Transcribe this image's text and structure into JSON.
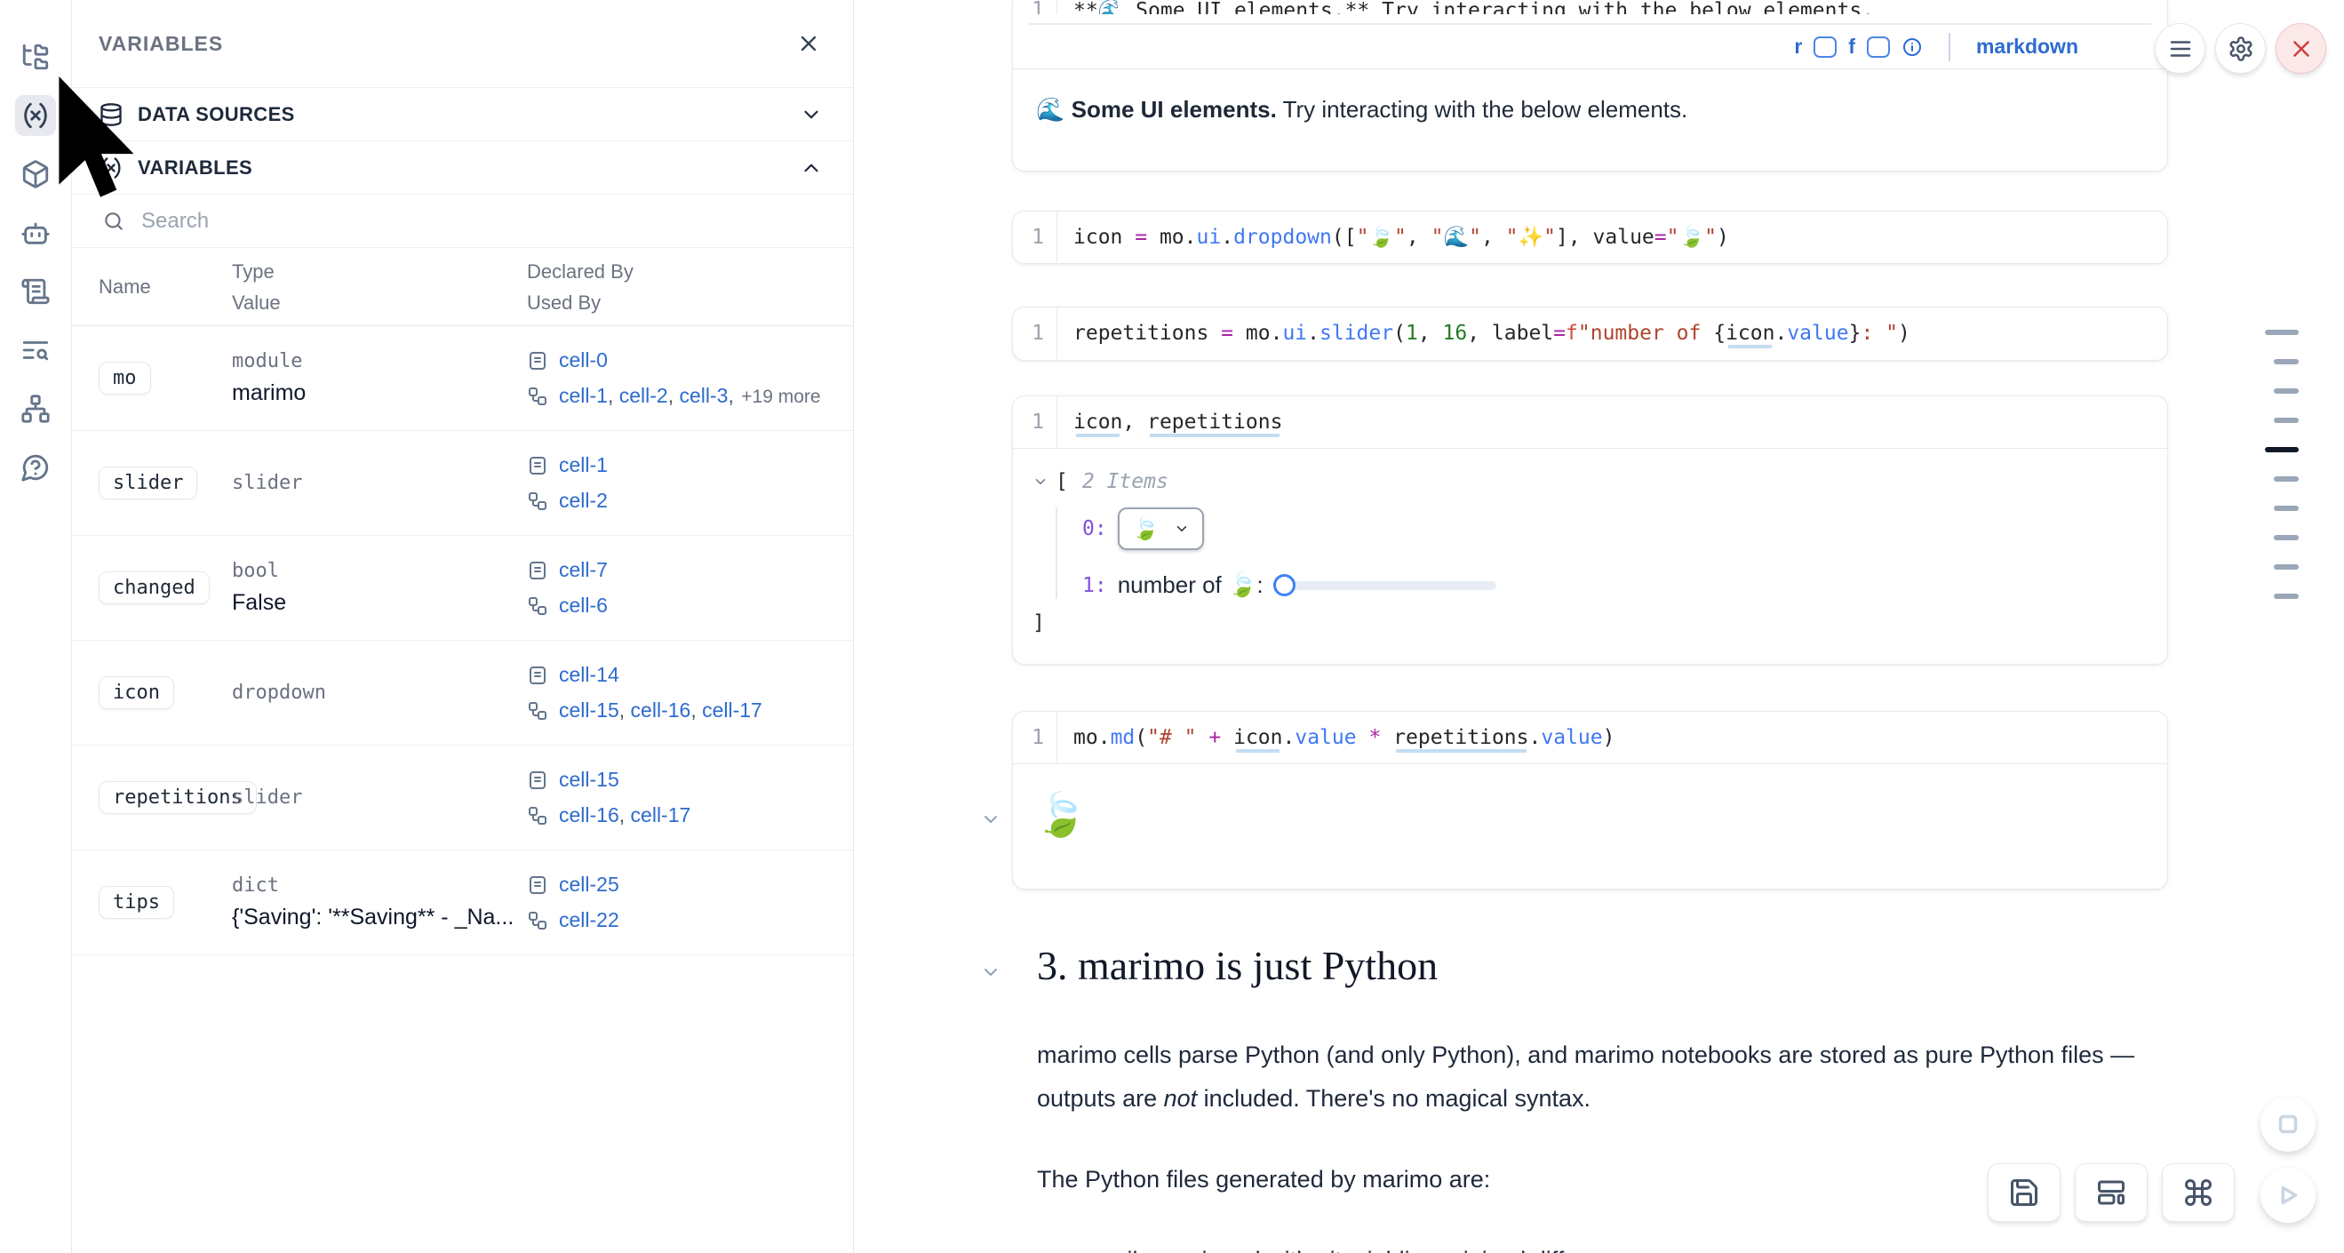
{
  "colors": {
    "accent_blue": "#2d6bcf",
    "close_red": "#d23b3b",
    "link_blue": "#2d6bcf",
    "syntax_operator": "#a626a4",
    "syntax_function": "#4078f2",
    "syntax_string": "#b0452f"
  },
  "rail": {
    "icons": [
      "file-tree",
      "variables",
      "package",
      "ai-robot",
      "scratchpad",
      "logs-search",
      "dependency-graph",
      "help"
    ]
  },
  "panel": {
    "title": "VARIABLES",
    "data_sources_label": "DATA SOURCES",
    "variables_label": "VARIABLES",
    "search_placeholder": "Search",
    "table": {
      "headers": {
        "name": "Name",
        "type": "Type",
        "value": "Value",
        "declared_by": "Declared By",
        "used_by": "Used By"
      },
      "rows": [
        {
          "name": "mo",
          "type": "module",
          "value": "marimo",
          "declared_by": [
            "cell-0"
          ],
          "used_by": [
            "cell-1",
            "cell-2",
            "cell-3"
          ],
          "used_by_more": "+19 more"
        },
        {
          "name": "slider",
          "type": "slider",
          "value": "",
          "declared_by": [
            "cell-1"
          ],
          "used_by": [
            "cell-2"
          ],
          "used_by_more": ""
        },
        {
          "name": "changed",
          "type": "bool",
          "value": "False",
          "declared_by": [
            "cell-7"
          ],
          "used_by": [
            "cell-6"
          ],
          "used_by_more": ""
        },
        {
          "name": "icon",
          "type": "dropdown",
          "value": "",
          "declared_by": [
            "cell-14"
          ],
          "used_by": [
            "cell-15",
            "cell-16",
            "cell-17"
          ],
          "used_by_more": ""
        },
        {
          "name": "repetitions",
          "type": "slider",
          "value": "",
          "declared_by": [
            "cell-15"
          ],
          "used_by": [
            "cell-16",
            "cell-17"
          ],
          "used_by_more": ""
        },
        {
          "name": "tips",
          "type": "dict",
          "value": "{'Saving': '**Saving** - _Na...",
          "declared_by": [
            "cell-25"
          ],
          "used_by": [
            "cell-22"
          ],
          "used_by_more": ""
        }
      ]
    }
  },
  "notebook": {
    "cell_top": {
      "line_no": "1",
      "code_tokens": [
        {
          "t": "**🌊 Some UI elements.** Try interacting with the below elements.",
          "c": "p"
        }
      ],
      "toolbar": {
        "r_label": "r",
        "f_label": "f",
        "lang_label": "markdown"
      },
      "output": {
        "prefix": "🌊 ",
        "bold": "Some UI elements.",
        "rest": " Try interacting with the below elements."
      }
    },
    "cell_dropdown": {
      "line_no": "1",
      "tokens": [
        {
          "t": "icon ",
          "c": "p"
        },
        {
          "t": "=",
          "c": "op"
        },
        {
          "t": " mo",
          "c": "p"
        },
        {
          "t": ".",
          "c": "p"
        },
        {
          "t": "ui",
          "c": "fn"
        },
        {
          "t": ".",
          "c": "p"
        },
        {
          "t": "dropdown",
          "c": "fn"
        },
        {
          "t": "([",
          "c": "p"
        },
        {
          "t": "\"🍃\"",
          "c": "str"
        },
        {
          "t": ", ",
          "c": "p"
        },
        {
          "t": "\"🌊\"",
          "c": "str"
        },
        {
          "t": ", ",
          "c": "p"
        },
        {
          "t": "\"✨\"",
          "c": "str"
        },
        {
          "t": "], ",
          "c": "p"
        },
        {
          "t": "value",
          "c": "p"
        },
        {
          "t": "=",
          "c": "op"
        },
        {
          "t": "\"🍃\"",
          "c": "str"
        },
        {
          "t": ")",
          "c": "p"
        }
      ]
    },
    "cell_slider": {
      "line_no": "1",
      "tokens": [
        {
          "t": "repetitions ",
          "c": "p"
        },
        {
          "t": "=",
          "c": "op"
        },
        {
          "t": " mo",
          "c": "p"
        },
        {
          "t": ".",
          "c": "p"
        },
        {
          "t": "ui",
          "c": "fn"
        },
        {
          "t": ".",
          "c": "p"
        },
        {
          "t": "slider",
          "c": "fn"
        },
        {
          "t": "(",
          "c": "p"
        },
        {
          "t": "1",
          "c": "num"
        },
        {
          "t": ", ",
          "c": "p"
        },
        {
          "t": "16",
          "c": "num"
        },
        {
          "t": ", ",
          "c": "p"
        },
        {
          "t": "label",
          "c": "p"
        },
        {
          "t": "=",
          "c": "op"
        },
        {
          "t": "f",
          "c": "fstr"
        },
        {
          "t": "\"number of ",
          "c": "str"
        },
        {
          "t": "{",
          "c": "p"
        },
        {
          "t": "icon",
          "c": "p ul"
        },
        {
          "t": ".",
          "c": "p"
        },
        {
          "t": "value",
          "c": "fn"
        },
        {
          "t": "}",
          "c": "p"
        },
        {
          "t": ": \"",
          "c": "str"
        },
        {
          "t": ")",
          "c": "p"
        }
      ]
    },
    "cell_refs": {
      "line_no": "1",
      "tokens": [
        {
          "t": "icon",
          "c": "p ul"
        },
        {
          "t": ", ",
          "c": "p"
        },
        {
          "t": "repetitions",
          "c": "p ul"
        }
      ],
      "output": {
        "bracket_open": "[",
        "items_label": "2 Items",
        "index0": "0:",
        "dropdown_value": "🍃",
        "index1": "1:",
        "slider_label": "number of 🍃:",
        "bracket_close": "]"
      }
    },
    "cell_mdcall": {
      "line_no": "1",
      "tokens": [
        {
          "t": "mo",
          "c": "p"
        },
        {
          "t": ".",
          "c": "p"
        },
        {
          "t": "md",
          "c": "fn"
        },
        {
          "t": "(",
          "c": "p"
        },
        {
          "t": "\"# \"",
          "c": "str"
        },
        {
          "t": " ",
          "c": "p"
        },
        {
          "t": "+",
          "c": "op"
        },
        {
          "t": " ",
          "c": "p"
        },
        {
          "t": "icon",
          "c": "p ul"
        },
        {
          "t": ".",
          "c": "p"
        },
        {
          "t": "value",
          "c": "fn"
        },
        {
          "t": " ",
          "c": "p"
        },
        {
          "t": "*",
          "c": "op"
        },
        {
          "t": " ",
          "c": "p"
        },
        {
          "t": "repetitions",
          "c": "p ul"
        },
        {
          "t": ".",
          "c": "p"
        },
        {
          "t": "value",
          "c": "fn"
        },
        {
          "t": ")",
          "c": "p"
        }
      ],
      "output_emoji": "🍃"
    },
    "markdown": {
      "heading": "3. marimo is just Python",
      "para1_a": "marimo cells parse Python (and only Python), and marimo notebooks are stored as pure Python files — outputs are ",
      "para1_em": "not",
      "para1_b": " included. There's no magical syntax.",
      "para2": "The Python files generated by marimo are:",
      "bullet1": "easily versioned with git, yielding minimal diffs"
    }
  },
  "top_actions": {
    "menu": "menu",
    "settings": "settings",
    "close": "close"
  },
  "bottom_actions": {
    "save": "save",
    "layout": "layout",
    "shortcuts": "keyboard-shortcuts",
    "stop": "stop",
    "run": "run"
  },
  "minimap": {
    "count": 10,
    "active_index": 4,
    "wide_indices": [
      0,
      4
    ]
  }
}
